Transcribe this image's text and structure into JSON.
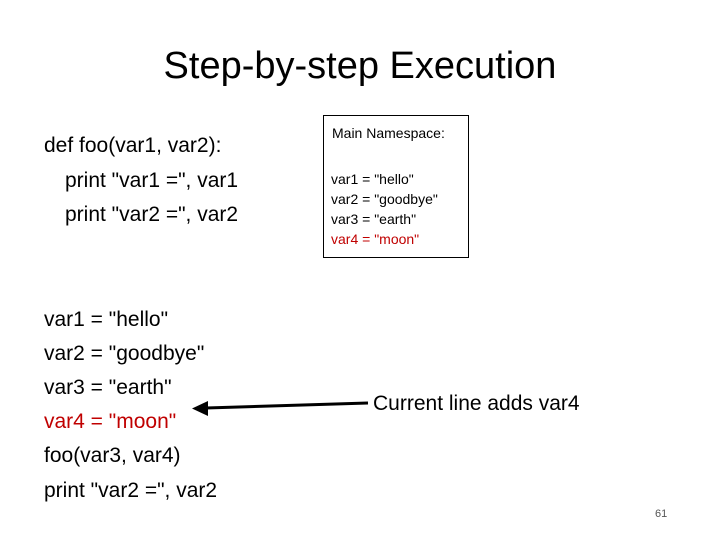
{
  "slide": {
    "title": "Step-by-step Execution",
    "page_number": "61"
  },
  "code": {
    "function_def": [
      "def foo(var1, var2):",
      "print \"var1 =\", var1",
      "print \"var2 =\", var2"
    ],
    "main": [
      "var1 = \"hello\"",
      "var2 = \"goodbye\"",
      "var3 = \"earth\"",
      "var4 = \"moon\"",
      "foo(var3, var4)",
      "print \"var2 =\", var2"
    ],
    "current_line_index": 3
  },
  "namespace": {
    "title": "Main Namespace:",
    "entries": [
      "var1 = \"hello\"",
      "var2 = \"goodbye\"",
      "var3 = \"earth\"",
      "var4 = \"moon\""
    ],
    "new_entry_index": 3
  },
  "annotation": {
    "text": "Current line adds var4"
  },
  "colors": {
    "highlight": "#c00000",
    "text": "#000000",
    "background": "#ffffff"
  }
}
